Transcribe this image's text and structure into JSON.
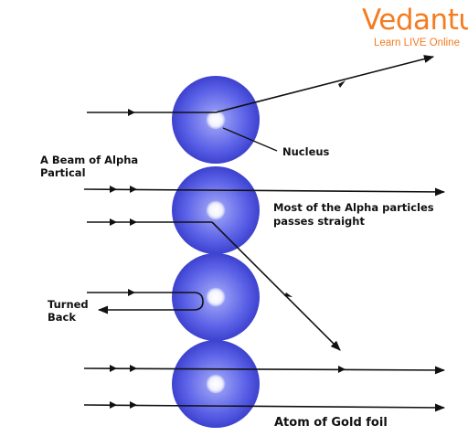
{
  "logo": {
    "name": "Vedantu",
    "tagline": "Learn LIVE Online"
  },
  "labels": {
    "beam_line1": "A Beam of Alpha",
    "beam_line2": "Partical",
    "nucleus": "Nucleus",
    "straight_line1": "Most of the Alpha particles",
    "straight_line2": "passes straight",
    "turned_line1": "Turned",
    "turned_line2": "Back",
    "atom": "Atom of Gold foil"
  },
  "colors": {
    "atom_outer": "#4a4fd8",
    "atom_inner": "#9aa0f0",
    "nucleus": "#ffffff",
    "ray": "#111111",
    "brand": "#f47c20"
  }
}
